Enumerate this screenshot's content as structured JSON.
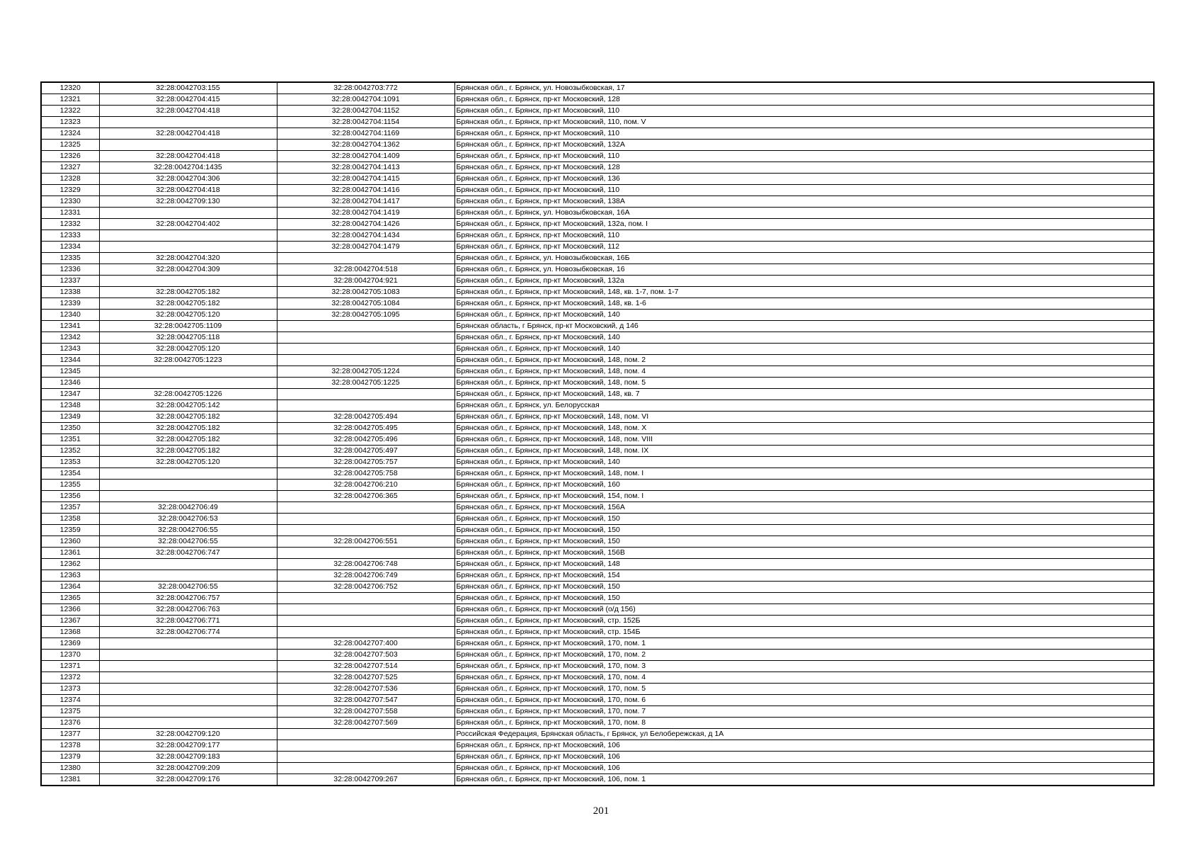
{
  "rows": [
    [
      "12320",
      "32:28:0042703:155",
      "32:28:0042703:772",
      "Брянская обл., г. Брянск, ул. Новозыбковская, 17"
    ],
    [
      "12321",
      "32:28:0042704:415",
      "32:28:0042704:1091",
      "Брянская обл., г. Брянск, пр-кт Московский, 128"
    ],
    [
      "12322",
      "32:28:0042704:418",
      "32:28:0042704:1152",
      "Брянская обл., г. Брянск, пр-кт Московский, 110"
    ],
    [
      "12323",
      "",
      "32:28:0042704:1154",
      "Брянская обл., г. Брянск, пр-кт Московский, 110, пом. V"
    ],
    [
      "12324",
      "32:28:0042704:418",
      "32:28:0042704:1169",
      "Брянская обл., г. Брянск, пр-кт Московский, 110"
    ],
    [
      "12325",
      "",
      "32:28:0042704:1362",
      "Брянская обл., г. Брянск, пр-кт Московский, 132А"
    ],
    [
      "12326",
      "32:28:0042704:418",
      "32:28:0042704:1409",
      "Брянская обл., г. Брянск, пр-кт Московский, 110"
    ],
    [
      "12327",
      "32:28:0042704:1435",
      "32:28:0042704:1413",
      "Брянская обл., г. Брянск, пр-кт Московский, 128"
    ],
    [
      "12328",
      "32:28:0042704:306",
      "32:28:0042704:1415",
      "Брянская обл., г. Брянск, пр-кт Московский, 136"
    ],
    [
      "12329",
      "32:28:0042704:418",
      "32:28:0042704:1416",
      "Брянская обл., г. Брянск, пр-кт Московский, 110"
    ],
    [
      "12330",
      "32:28:0042709:130",
      "32:28:0042704:1417",
      "Брянская обл., г. Брянск, пр-кт Московский, 138А"
    ],
    [
      "12331",
      "",
      "32:28:0042704:1419",
      "Брянская обл., г. Брянск, ул. Новозыбковская, 16А"
    ],
    [
      "12332",
      "32:28:0042704:402",
      "32:28:0042704:1426",
      "Брянская обл., г. Брянск, пр-кт Московский, 132а, пом. I"
    ],
    [
      "12333",
      "",
      "32:28:0042704:1434",
      "Брянская обл., г. Брянск, пр-кт Московский, 110"
    ],
    [
      "12334",
      "",
      "32:28:0042704:1479",
      "Брянская обл., г. Брянск, пр-кт Московский, 112"
    ],
    [
      "12335",
      "32:28:0042704:320",
      "",
      "Брянская обл., г. Брянск, ул. Новозыбковская, 16Б"
    ],
    [
      "12336",
      "32:28:0042704:309",
      "32:28:0042704:518",
      "Брянская обл., г. Брянск, ул. Новозыбковская, 16"
    ],
    [
      "12337",
      "",
      "32:28:0042704:921",
      "Брянская обл., г. Брянск, пр-кт Московский, 132а"
    ],
    [
      "12338",
      "32:28:0042705:182",
      "32:28:0042705:1083",
      "Брянская обл., г. Брянск, пр-кт Московский, 148, кв. 1-7, пом. 1-7"
    ],
    [
      "12339",
      "32:28:0042705:182",
      "32:28:0042705:1084",
      "Брянская обл., г. Брянск, пр-кт Московский, 148, кв. 1-6"
    ],
    [
      "12340",
      "32:28:0042705:120",
      "32:28:0042705:1095",
      "Брянская обл., г. Брянск, пр-кт Московский, 140"
    ],
    [
      "12341",
      "32:28:0042705:1109",
      "",
      "Брянская область, г Брянск, пр-кт Московский, д 146"
    ],
    [
      "12342",
      "32:28:0042705:118",
      "",
      "Брянская обл., г. Брянск, пр-кт Московский, 140"
    ],
    [
      "12343",
      "32:28:0042705:120",
      "",
      "Брянская обл., г. Брянск, пр-кт Московский, 140"
    ],
    [
      "12344",
      "32:28:0042705:1223",
      "",
      "Брянская обл., г. Брянск, пр-кт Московский, 148, пом. 2"
    ],
    [
      "12345",
      "",
      "32:28:0042705:1224",
      "Брянская обл., г. Брянск, пр-кт Московский, 148, пом. 4"
    ],
    [
      "12346",
      "",
      "32:28:0042705:1225",
      "Брянская обл., г. Брянск, пр-кт Московский, 148, пом. 5"
    ],
    [
      "12347",
      "32:28:0042705:1226",
      "",
      "Брянская обл., г. Брянск, пр-кт Московский, 148, кв. 7"
    ],
    [
      "12348",
      "32:28:0042705:142",
      "",
      "Брянская обл., г. Брянск, ул. Белорусская"
    ],
    [
      "12349",
      "32:28:0042705:182",
      "32:28:0042705:494",
      "Брянская обл., г. Брянск, пр-кт Московский, 148, пом. VI"
    ],
    [
      "12350",
      "32:28:0042705:182",
      "32:28:0042705:495",
      "Брянская обл., г. Брянск, пр-кт Московский, 148, пом. X"
    ],
    [
      "12351",
      "32:28:0042705:182",
      "32:28:0042705:496",
      "Брянская обл., г. Брянск, пр-кт Московский, 148, пом. VIII"
    ],
    [
      "12352",
      "32:28:0042705:182",
      "32:28:0042705:497",
      "Брянская обл., г. Брянск, пр-кт Московский, 148, пом. IX"
    ],
    [
      "12353",
      "32:28:0042705:120",
      "32:28:0042705:757",
      "Брянская обл., г. Брянск, пр-кт Московский, 140"
    ],
    [
      "12354",
      "",
      "32:28:0042705:758",
      "Брянская обл., г. Брянск, пр-кт Московский, 148, пом. I"
    ],
    [
      "12355",
      "",
      "32:28:0042706:210",
      "Брянская обл., г. Брянск, пр-кт Московский, 160"
    ],
    [
      "12356",
      "",
      "32:28:0042706:365",
      "Брянская обл., г. Брянск, пр-кт Московский, 154, пом. I"
    ],
    [
      "12357",
      "32:28:0042706:49",
      "",
      "Брянская обл., г. Брянск, пр-кт Московский, 156А"
    ],
    [
      "12358",
      "32:28:0042706:53",
      "",
      "Брянская обл., г. Брянск, пр-кт Московский, 150"
    ],
    [
      "12359",
      "32:28:0042706:55",
      "",
      "Брянская обл., г. Брянск, пр-кт Московский, 150"
    ],
    [
      "12360",
      "32:28:0042706:55",
      "32:28:0042706:551",
      "Брянская обл., г. Брянск, пр-кт Московский, 150"
    ],
    [
      "12361",
      "32:28:0042706:747",
      "",
      "Брянская обл., г. Брянск, пр-кт Московский, 156В"
    ],
    [
      "12362",
      "",
      "32:28:0042706:748",
      "Брянская обл., г. Брянск, пр-кт Московский, 148"
    ],
    [
      "12363",
      "",
      "32:28:0042706:749",
      "Брянская обл., г. Брянск, пр-кт Московский, 154"
    ],
    [
      "12364",
      "32:28:0042706:55",
      "32:28:0042706:752",
      "Брянская обл., г. Брянск, пр-кт Московский, 150"
    ],
    [
      "12365",
      "32:28:0042706:757",
      "",
      "Брянская обл., г. Брянск, пр-кт Московский, 150"
    ],
    [
      "12366",
      "32:28:0042706:763",
      "",
      "Брянская обл., г. Брянск, пр-кт Московский (о/д 156)"
    ],
    [
      "12367",
      "32:28:0042706:771",
      "",
      "Брянская обл., г. Брянск, пр-кт Московский, стр. 152Б"
    ],
    [
      "12368",
      "32:28:0042706:774",
      "",
      "Брянская обл., г. Брянск, пр-кт Московский, стр. 154Б"
    ],
    [
      "12369",
      "",
      "32:28:0042707:400",
      "Брянская обл., г. Брянск, пр-кт Московский, 170, пом. 1"
    ],
    [
      "12370",
      "",
      "32:28:0042707:503",
      "Брянская обл., г. Брянск, пр-кт Московский, 170, пом. 2"
    ],
    [
      "12371",
      "",
      "32:28:0042707:514",
      "Брянская обл., г. Брянск, пр-кт Московский, 170, пом. 3"
    ],
    [
      "12372",
      "",
      "32:28:0042707:525",
      "Брянская обл., г. Брянск, пр-кт Московский, 170, пом. 4"
    ],
    [
      "12373",
      "",
      "32:28:0042707:536",
      "Брянская обл., г. Брянск, пр-кт Московский, 170, пом. 5"
    ],
    [
      "12374",
      "",
      "32:28:0042707:547",
      "Брянская обл., г. Брянск, пр-кт Московский, 170, пом. 6"
    ],
    [
      "12375",
      "",
      "32:28:0042707:558",
      "Брянская обл., г. Брянск, пр-кт Московский, 170, пом. 7"
    ],
    [
      "12376",
      "",
      "32:28:0042707:569",
      "Брянская обл., г. Брянск, пр-кт Московский, 170, пом. 8"
    ],
    [
      "12377",
      "32:28:0042709:120",
      "",
      "Российская Федерация, Брянская область, г Брянск, ул Белобережская, д 1А"
    ],
    [
      "12378",
      "32:28:0042709:177",
      "",
      "Брянская обл., г. Брянск, пр-кт Московский, 106"
    ],
    [
      "12379",
      "32:28:0042709:183",
      "",
      "Брянская обл., г. Брянск, пр-кт Московский, 106"
    ],
    [
      "12380",
      "32:28:0042709:209",
      "",
      "Брянская обл., г. Брянск, пр-кт Московский, 106"
    ],
    [
      "12381",
      "32:28:0042709:176",
      "32:28:0042709:267",
      "Брянская обл., г. Брянск, пр-кт Московский, 106, пом. 1"
    ]
  ],
  "page_number": "201"
}
